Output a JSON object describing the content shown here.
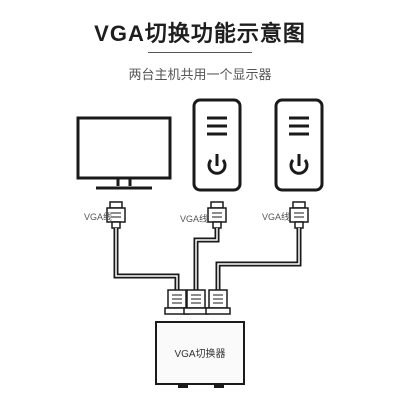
{
  "title": "VGA切换功能示意图",
  "subtitle": "两台主机共用一个显示器",
  "cable_labels": [
    "VGA线",
    "VGA线",
    "VGA线"
  ],
  "switch_label": "VGA切换器",
  "icons": {
    "monitor": "monitor-icon",
    "pc": "pc-tower-icon",
    "power": "power-icon",
    "connector": "vga-connector-icon"
  },
  "colors": {
    "line": "#1a1a1a",
    "text": "#1e1e1e",
    "box_fill": "#fafafa"
  }
}
